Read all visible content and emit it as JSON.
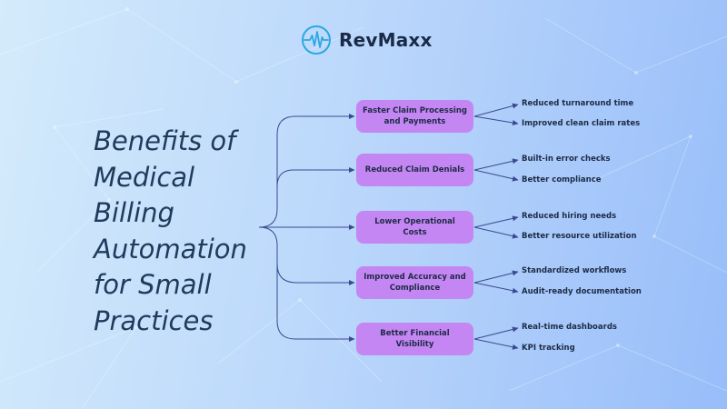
{
  "brand": {
    "name": "RevMaxx",
    "logo_icon": "heartbeat-circle-icon",
    "accent": "#2aa8e0"
  },
  "title_lines": [
    "Benefits of",
    "Medical",
    "Billing",
    "Automation",
    "for Small",
    "Practices"
  ],
  "colors": {
    "box_fill": "#c486f3",
    "connector": "#3b4a8f",
    "title": "#1f3a5c",
    "text": "#1d2b45"
  },
  "benefits": [
    {
      "label": "Faster Claim Processing and Payments",
      "details": [
        "Reduced turnaround time",
        "Improved clean claim rates"
      ]
    },
    {
      "label": "Reduced Claim Denials",
      "details": [
        "Built-in error checks",
        "Better compliance"
      ]
    },
    {
      "label": "Lower Operational Costs",
      "details": [
        "Reduced hiring needs",
        "Better resource utilization"
      ]
    },
    {
      "label": "Improved Accuracy and Compliance",
      "details": [
        "Standardized workflows",
        "Audit-ready documentation"
      ]
    },
    {
      "label": "Better Financial Visibility",
      "details": [
        "Real-time dashboards",
        "KPI tracking"
      ]
    }
  ]
}
